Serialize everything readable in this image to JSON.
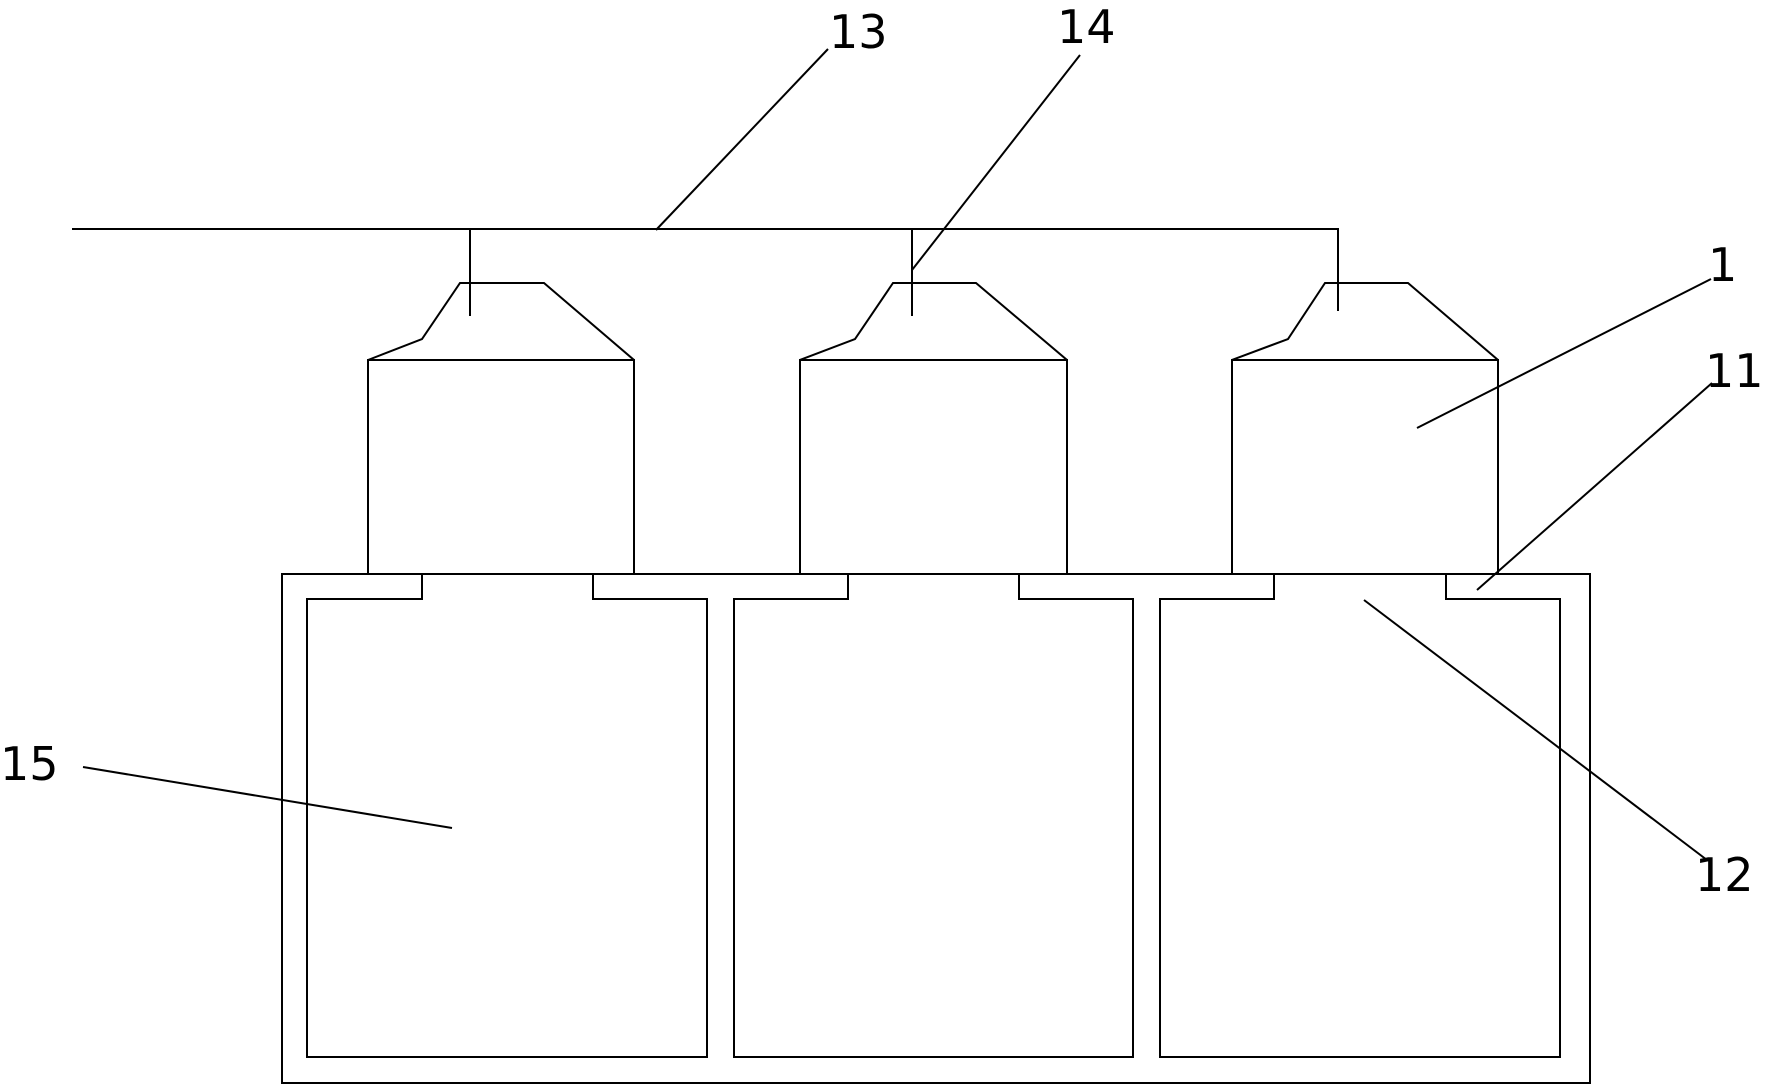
{
  "figure": {
    "callouts": {
      "label_13": "13",
      "label_14": "14",
      "label_1": "1",
      "label_11": "11",
      "label_15": "15",
      "label_12": "12"
    }
  }
}
